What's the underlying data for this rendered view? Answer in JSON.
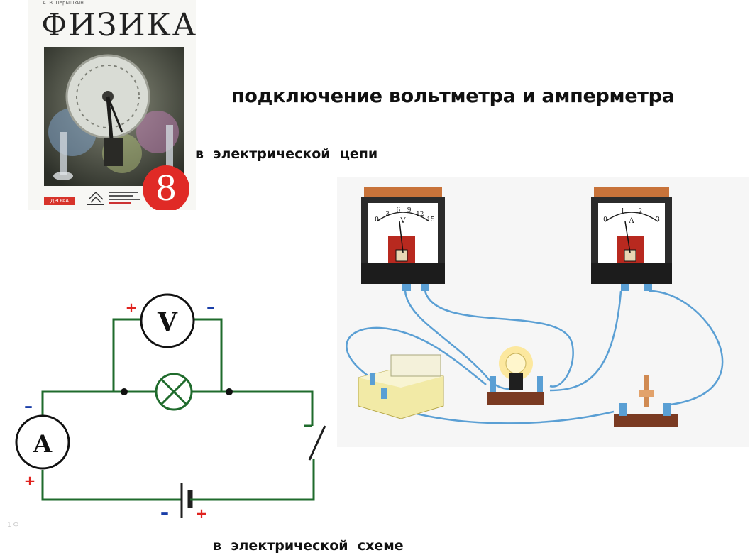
{
  "book": {
    "author": "А. В. Перышкин",
    "title": "ФИЗИКА",
    "grade": "8",
    "publisher": "ДРОФА"
  },
  "title": "подключение вольтметра и амперметра",
  "subtitle_top": "в  электрической  цепи",
  "subtitle_bottom": "в  электрической  схеме",
  "page_marker": "1 Ф",
  "schematic": {
    "voltmeter_label": "V",
    "ammeter_label": "A",
    "plus": "+",
    "minus": "–",
    "colors": {
      "wire": "#1f6b2c",
      "plus": "#e0231f",
      "minus": "#1a3ea8"
    }
  },
  "devices": {
    "voltmeter_scale": [
      "0",
      "3",
      "6",
      "9",
      "12",
      "15"
    ],
    "voltmeter_unit": "V",
    "ammeter_scale": [
      "0",
      "1",
      "2",
      "3"
    ],
    "ammeter_unit": "A",
    "colors": {
      "wire": "#5a9fd4",
      "case": "#202020",
      "top": "#c8733a",
      "window": "#b8291f"
    }
  }
}
